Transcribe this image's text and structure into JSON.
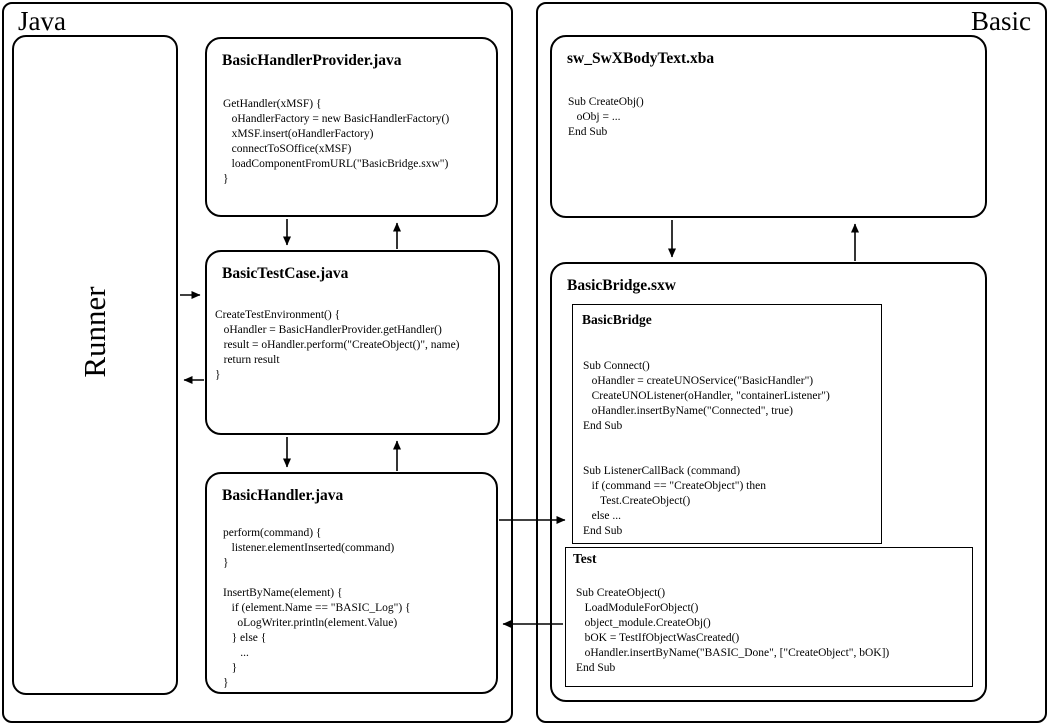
{
  "java_panel": {
    "label": "Java",
    "runner_label": "Runner",
    "handler_provider": {
      "title": "BasicHandlerProvider.java",
      "code": "GetHandler(xMSF) {\n   oHandlerFactory = new BasicHandlerFactory()\n   xMSF.insert(oHandlerFactory)\n   connectToSOffice(xMSF)\n   loadComponentFromURL(\"BasicBridge.sxw\")\n}"
    },
    "test_case": {
      "title": "BasicTestCase.java",
      "code": "CreateTestEnvironment() {\n   oHandler = BasicHandlerProvider.getHandler()\n   result = oHandler.perform(\"CreateObject()\", name)\n   return result\n}"
    },
    "handler": {
      "title": "BasicHandler.java",
      "code": "perform(command) {\n   listener.elementInserted(command)\n}\n\nInsertByName(element) {\n   if (element.Name == \"BASIC_Log\") {\n     oLogWriter.println(element.Value)\n   } else {\n      ...\n   }\n}"
    }
  },
  "basic_panel": {
    "label": "Basic",
    "body_text": {
      "title": "sw_SwXBodyText.xba",
      "code": "Sub CreateObj()\n   oObj = ...\nEnd Sub"
    },
    "bridge_doc": {
      "title": "BasicBridge.sxw",
      "bridge_module": {
        "title": "BasicBridge",
        "code": "Sub Connect()\n   oHandler = createUNOService(\"BasicHandler\")\n   CreateUNOListener(oHandler, \"containerListener\")\n   oHandler.insertByName(\"Connected\", true)\nEnd Sub\n\n\nSub ListenerCallBack (command)\n   if (command == \"CreateObject\") then\n      Test.CreateObject()\n   else ...\nEnd Sub"
      },
      "test_module": {
        "title": "Test",
        "code": "Sub CreateObject()\n   LoadModuleForObject()\n   object_module.CreateObj()\n   bOK = TestIfObjectWasCreated()\n   oHandler.insertByName(\"BASIC_Done\", [\"CreateObject\", bOK])\nEnd Sub"
      }
    }
  },
  "colors": {
    "line": "#000000",
    "background": "#ffffff"
  }
}
